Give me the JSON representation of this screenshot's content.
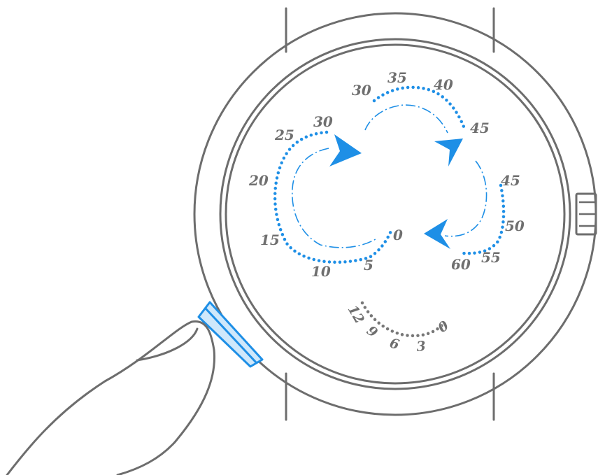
{
  "colors": {
    "accent": "#1e8fe6",
    "outline": "#6d6d6d",
    "scale_gray": "#777777",
    "background": "#ffffff"
  },
  "dial": {
    "first_subdial_labels": [
      "30",
      "25",
      "20",
      "15",
      "10",
      "5",
      "0"
    ],
    "second_subdial_labels": [
      "30",
      "35",
      "40",
      "45"
    ],
    "third_subdial_labels": [
      "45",
      "50",
      "55",
      "60"
    ],
    "hours_scale_labels": [
      "12",
      "9",
      "6",
      "3",
      "0"
    ]
  },
  "icons": {
    "hand": "finger-pointing-icon",
    "crown": "crown-icon",
    "pusher": "pusher-button-icon",
    "flow": "flow-arrow-icon"
  }
}
